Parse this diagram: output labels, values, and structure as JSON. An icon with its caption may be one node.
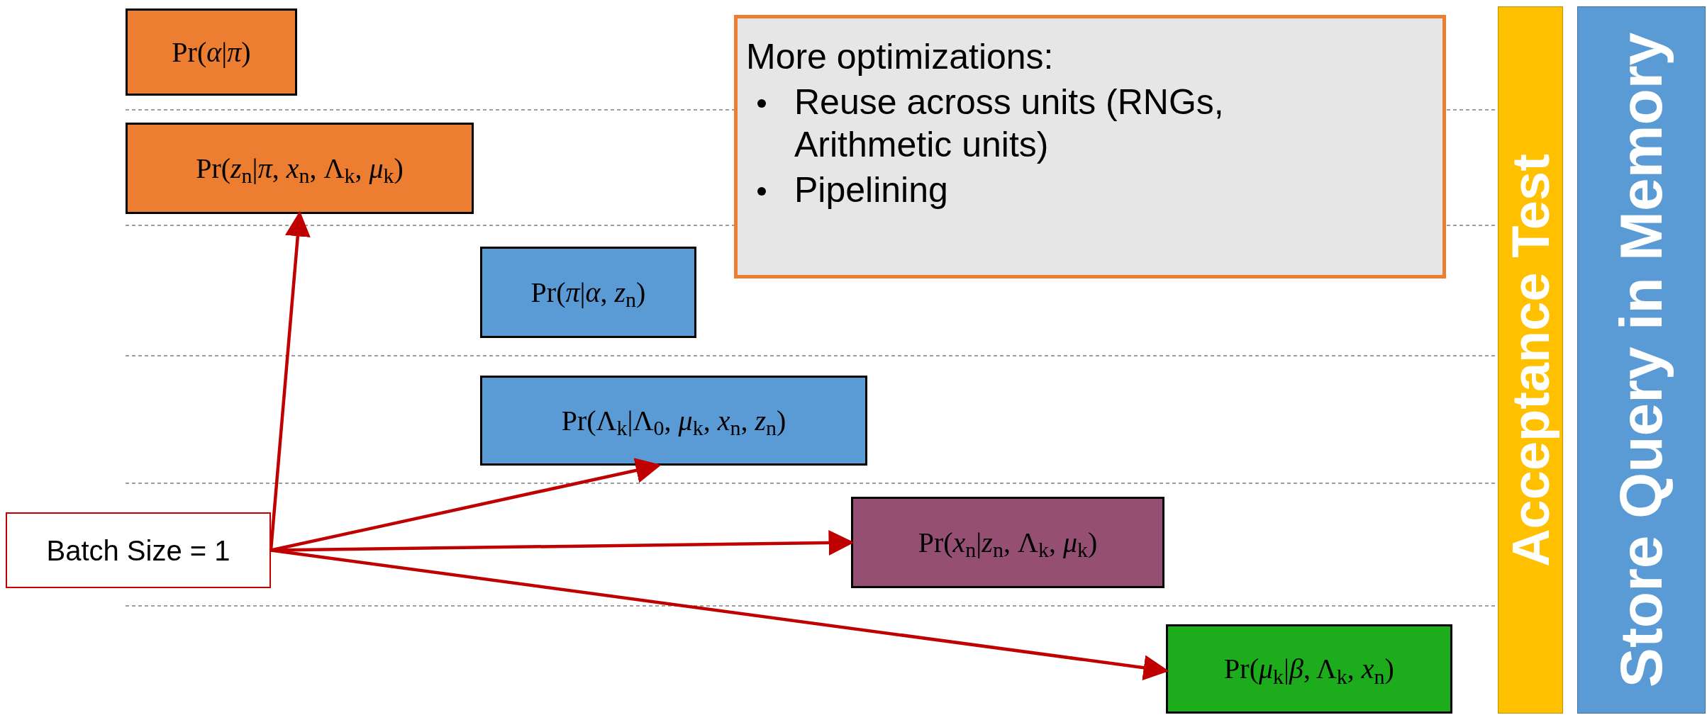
{
  "diagram": {
    "nodes": [
      {
        "text": [
          "Pr(*α*|*π*)"
        ]
      },
      {
        "text": [
          "Pr(*z*$_{n}$|*π*, *x*$_{n}$, Λ$_{k}$, *μ*$_{k}$)"
        ]
      },
      {
        "text": [
          "Pr(*π*|*α*, *z*$_{n}$)"
        ]
      },
      {
        "text": [
          "Pr(Λ$_{k}$|Λ$_{0}$, *μ*$_{k}$, *x*$_{n}$, *z*$_{n}$)"
        ]
      },
      {
        "text": [
          "Pr(*x*$_{n}$|*z*$_{n}$, Λ$_{k}$, *μ*$_{k}$)"
        ]
      },
      {
        "text": [
          "Pr(*μ*$_{k}$|*β*, Λ$_{k}$, *x*$_{n}$)"
        ]
      },
      {
        "text": [
          "Batch Size = 1"
        ]
      },
      {
        "text": [
          "More optimizations:",
          "Reuse across units (RNGs, Arithmetic units)",
          "Pipelining"
        ]
      },
      {
        "text": [
          "Acceptance Test"
        ]
      },
      {
        "text": [
          "Store Query in Memory"
        ]
      }
    ],
    "edges": [
      {
        "from": 6,
        "to": 1,
        "arrow": "to",
        "color": "#c00000"
      },
      {
        "from": 6,
        "to": 3,
        "arrow": "to",
        "color": "#c00000"
      },
      {
        "from": 6,
        "to": 4,
        "arrow": "to",
        "color": "#c00000"
      },
      {
        "from": 6,
        "to": 5,
        "arrow": "to",
        "color": "#c00000"
      }
    ]
  }
}
